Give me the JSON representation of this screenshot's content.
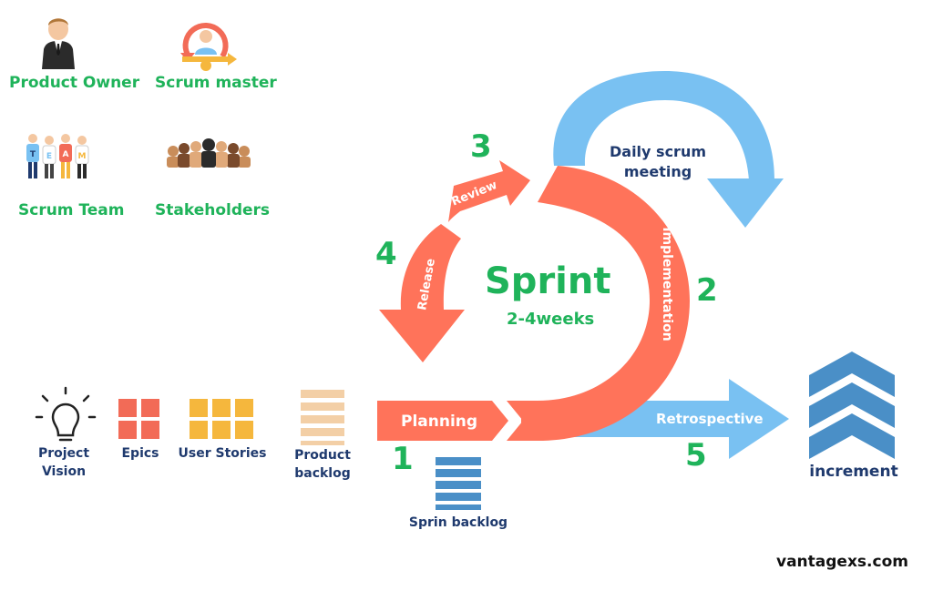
{
  "roles": {
    "product_owner": "Product Owner",
    "scrum_master": "Scrum master",
    "scrum_team": "Scrum Team",
    "stakeholders": "Stakeholders",
    "team_shirt_letters": [
      "T",
      "E",
      "A",
      "M"
    ]
  },
  "artifacts": {
    "project_vision_line1": "Project",
    "project_vision_line2": "Vision",
    "epics": "Epics",
    "user_stories": "User Stories",
    "product_backlog_line1": "Product",
    "product_backlog_line2": "backlog",
    "sprint_backlog": "Sprin backlog",
    "increment": "increment"
  },
  "cycle": {
    "title": "Sprint",
    "duration": "2-4weeks",
    "planning": "Planning",
    "implementation": "Implementation",
    "review": "Review",
    "release": "Release",
    "retrospective": "Retrospective",
    "daily_line1": "Daily scrum",
    "daily_line2": "meeting",
    "step_1": "1",
    "step_2": "2",
    "step_3": "3",
    "step_4": "4",
    "step_5": "5"
  },
  "footer": {
    "site": "vantagexs.com"
  },
  "colors": {
    "coral": "#ff735a",
    "sky": "#79c1f2",
    "green": "#1fb35a",
    "navy": "#1f3a6e",
    "steel": "#4a8fc7",
    "sticky_red": "#f26b57",
    "sticky_yellow": "#f5b73d",
    "beige": "#f3cfa6"
  },
  "icons": [
    "person-icon",
    "scrum-master-icon",
    "team-icon",
    "crowd-icon",
    "lightbulb-icon",
    "sticky-notes-icon",
    "stack-icon",
    "chevrons-icon"
  ]
}
